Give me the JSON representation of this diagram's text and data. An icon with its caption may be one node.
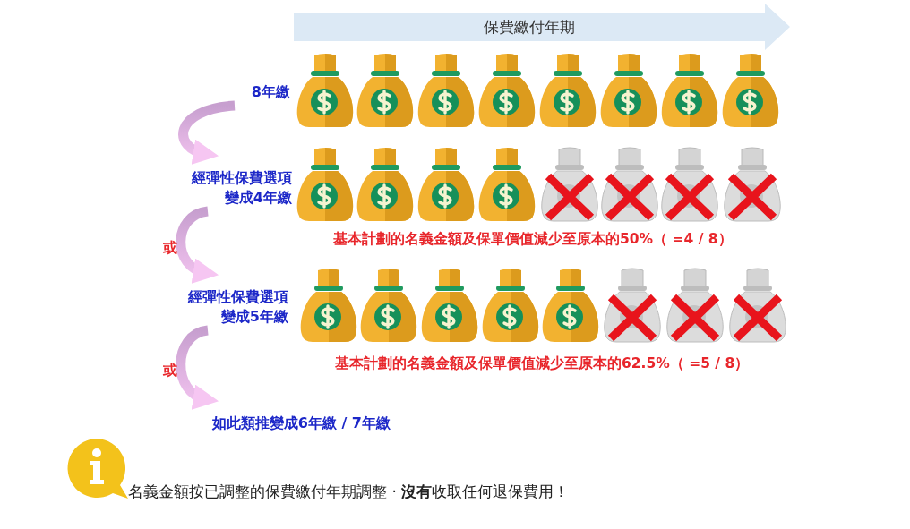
{
  "diagram": {
    "nodes": [
      {
        "text": [
          "保費繳付年期"
        ]
      },
      {
        "text": [
          "8年繳"
        ]
      },
      {
        "text": [
          "經彈性保費選項變成4年繳"
        ]
      },
      {
        "text": [
          "經彈性保費選項變成5年繳"
        ]
      },
      {
        "text": [
          "如此類推變成6年繳 / 7年繳"
        ]
      }
    ],
    "edges": [
      {
        "from": 1,
        "to": 2,
        "arrow": "to"
      },
      {
        "from": 2,
        "to": 3,
        "arrow": "to",
        "label": "或"
      },
      {
        "from": 3,
        "to": 4,
        "arrow": "to",
        "label": "或"
      }
    ],
    "labels": [
      "基本計劃的名義金額及保單價值減少至原本的50%（ =4 / 8）",
      "基本計劃的名義金額及保單價值減少至原本的62.5%（ =5 / 8）",
      "名義金額按已調整的保費繳付年期調整 · **沒有**收取任何退保費用！"
    ]
  }
}
